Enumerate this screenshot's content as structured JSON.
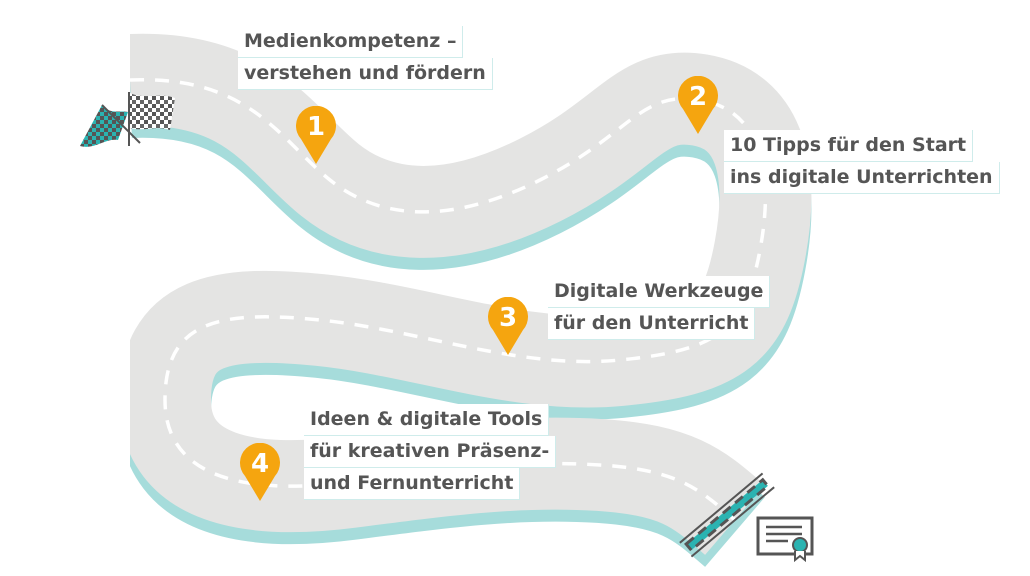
{
  "colors": {
    "road": "#e4e4e3",
    "shadow": "#a6dcdb",
    "pin": "#f5a50f",
    "text": "#555555",
    "accent": "#2bb3b1"
  },
  "stations": [
    {
      "number": "1",
      "lines": [
        "Medienkompetenz –",
        "verstehen und fördern"
      ]
    },
    {
      "number": "2",
      "lines": [
        "10 Tipps für den Start",
        "ins digitale Unterrichten"
      ]
    },
    {
      "number": "3",
      "lines": [
        "Digitale Werkzeuge",
        "für den Unterricht"
      ]
    },
    {
      "number": "4",
      "lines": [
        "Ideen & digitale Tools",
        "für kreativen Präsenz-",
        "und Fernunterricht"
      ]
    }
  ]
}
